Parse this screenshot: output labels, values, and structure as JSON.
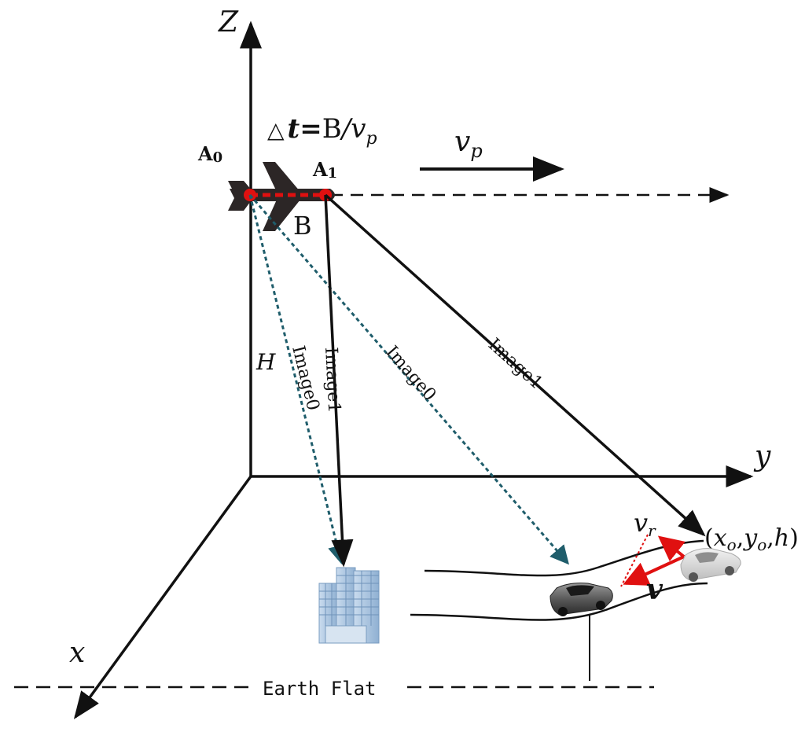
{
  "axes": {
    "z": "Z",
    "y": "y",
    "x": "x"
  },
  "points": {
    "a0": "A",
    "a0_sub": "0",
    "a1": "A",
    "a1_sub": "1"
  },
  "formula": {
    "delta": "△",
    "t": "t",
    "eq": "=",
    "B": "B",
    "slash": "/",
    "v": "v",
    "sub": "p"
  },
  "velocity_label": {
    "v": "v",
    "sub": "p"
  },
  "baseline_label": "B",
  "height_label": "H",
  "rays": {
    "image0_vertical": "Image0",
    "image1_vertical": "Image1",
    "image0_diag": "Image0",
    "image1_diag": "Image1"
  },
  "target_coord": {
    "open": "(",
    "x": "x",
    "x_sub": "o",
    "c1": ",",
    "y": "y",
    "y_sub": "o",
    "c2": ",",
    "h": "h",
    "close": ")"
  },
  "vr_label": {
    "v": "v",
    "sub": "r"
  },
  "v_label": "v",
  "ground_label": "Earth Flat",
  "icons": [
    "airplane-icon",
    "building-icon",
    "car-icon",
    "car-ghost-icon"
  ],
  "colors": {
    "ink": "#111111",
    "red": "#e01010",
    "teal": "#1f5d6b",
    "plane": "#2c2626",
    "building": "#a9c4de"
  }
}
